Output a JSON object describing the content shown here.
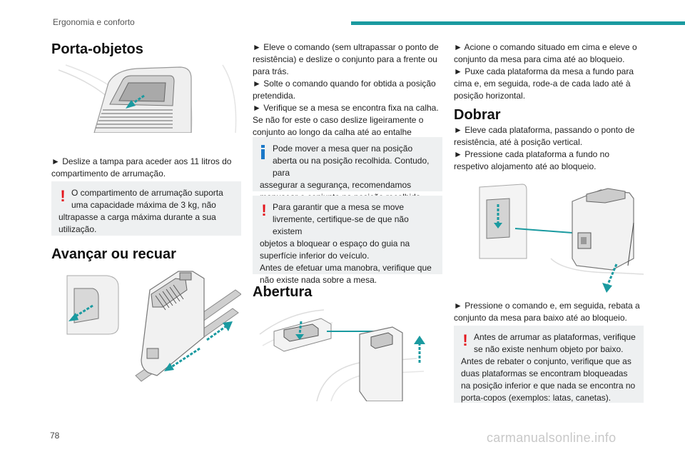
{
  "header": {
    "section": "Ergonomia e conforto",
    "accent_color": "#1a9aa0"
  },
  "footer": {
    "page_number": "78",
    "watermark": "carmanualsonline.info"
  },
  "col1": {
    "title_storage": "Porta-objetos",
    "storage_step": "► Deslize a tampa para aceder aos 11 litros do compartimento de arrumação.",
    "warning_storage": {
      "first": "O compartimento de arrumação suporta uma capacidade máxima de 3 kg, não",
      "rest": "ultrapasse a carga máxima durante a sua utilização."
    },
    "title_move": "Avançar ou recuar"
  },
  "col2": {
    "steps": [
      "► Eleve o comando (sem ultrapassar o ponto de resistência) e deslize o conjunto para a frente ou para trás.",
      "► Solte o comando quando for obtida a posição pretendida.",
      "► Verifique se a mesa se encontra fixa na calha. Se não for este o caso deslize ligeiramente o conjunto ao longo da calha até ao entalhe seguinte."
    ],
    "info_box": {
      "first": "Pode mover a mesa quer na posição aberta ou na posição recolhida. Contudo, para",
      "rest": "assegurar a segurança, recomendamos manusear o conjunto na posição recolhida."
    },
    "warning_box": {
      "first": "Para garantir que a mesa se move livremente, certifique-se de que não existem",
      "rest": "objetos a bloquear o espaço do guia na superfície inferior do veículo.",
      "extra": "Antes de efetuar uma manobra, verifique que não existe nada sobre a mesa."
    },
    "title_open": "Abertura"
  },
  "col3": {
    "open_steps": [
      "► Acione o comando situado em cima e eleve o conjunto da mesa para cima até ao bloqueio.",
      "► Puxe cada plataforma da mesa a fundo para cima e, em seguida, rode-a de cada lado até à posição horizontal."
    ],
    "title_fold": "Dobrar",
    "fold_steps": [
      "► Eleve cada plataforma, passando o ponto de resistência, até à posição vertical.",
      "► Pressione cada plataforma a fundo no respetivo alojamento até ao bloqueio."
    ],
    "fold_step_after": "► Pressione o comando e, em seguida, rebata a conjunto da mesa para baixo até ao bloqueio.",
    "warning_box": {
      "first": "Antes de arrumar as plataformas, verifique se não existe nenhum objeto por baixo.",
      "rest": "Antes de rebater o conjunto, verifique que as duas plataformas se encontram bloqueadas na posição inferior e que nada se encontra no porta-copos (exemplos: latas, canetas)."
    }
  }
}
